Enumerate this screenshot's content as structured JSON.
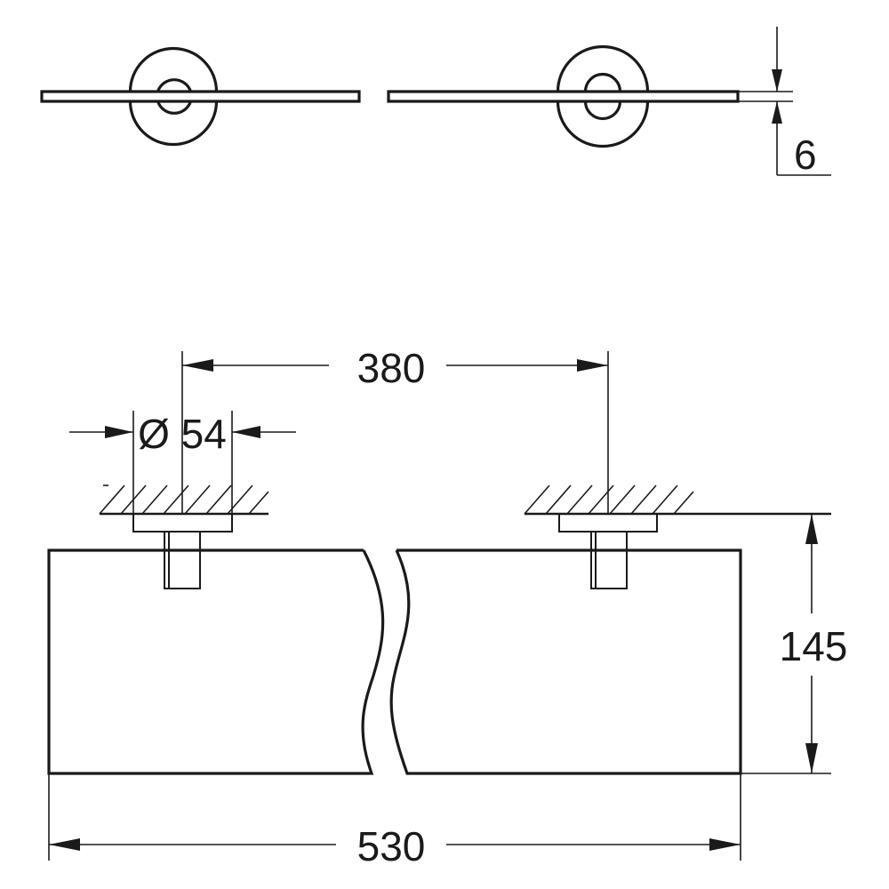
{
  "dimensions": {
    "thickness": "6",
    "mount_spacing": "380",
    "diameter": "Ø 54",
    "depth": "145",
    "overall_width": "530"
  }
}
